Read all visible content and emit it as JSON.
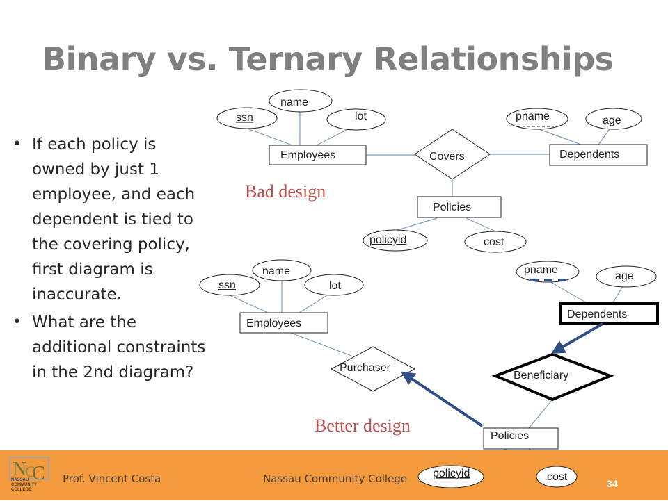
{
  "slide": {
    "title": "Binary vs. Ternary Relationships",
    "bullets": [
      "If each policy is owned by just 1 employee, and each dependent is tied to the covering policy, first diagram is inaccurate.",
      "What are the additional constraints in the 2nd diagram?"
    ]
  },
  "diagram_top": {
    "caption": "Bad design",
    "attr_ssn": "ssn",
    "attr_name": "name",
    "attr_lot": "lot",
    "entity_employees": "Employees",
    "relationship": "Covers",
    "attr_pname": "pname",
    "attr_age": "age",
    "entity_dependents": "Dependents",
    "entity_policies": "Policies",
    "attr_policyid": "policyid",
    "attr_cost": "cost"
  },
  "diagram_bottom": {
    "caption": "Better design",
    "attr_ssn": "ssn",
    "attr_name": "name",
    "attr_lot": "lot",
    "entity_employees": "Employees",
    "relationship_purchaser": "Purchaser",
    "attr_pname": "pname",
    "attr_age": "age",
    "entity_dependents": "Dependents",
    "relationship_beneficiary": "Beneficiary",
    "entity_policies": "Policies",
    "attr_policyid": "policyid",
    "attr_cost": "cost"
  },
  "footer": {
    "author": "Prof. Vincent Costa",
    "college": "Nassau Community College",
    "page_number": "34",
    "logo_text": "NASSAU COMMUNITY COLLEGE"
  },
  "colors": {
    "title": "#7f7f7f",
    "caption": "#c0504d",
    "arrow": "#2f4f86",
    "footer": "#f39a3c"
  }
}
